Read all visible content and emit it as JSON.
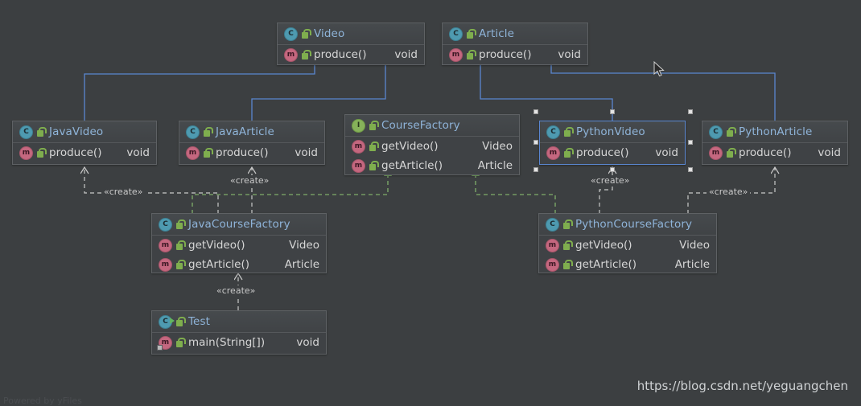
{
  "app": {
    "background_color": "#3c3f41",
    "watermark": "https://blog.csdn.net/yeguangchen",
    "credit": "Powered by yFiles"
  },
  "palette": {
    "class_icon": "#4e9ab0",
    "interface_icon": "#86b25a",
    "method_icon": "#c4677f",
    "class_name_text": "#8fb4d9",
    "member_text": "#d6d6d6",
    "node_fill": "#3f4245",
    "node_border": "#5e6164",
    "inheritance_edge": "#5a86d0",
    "realization_edge": "#7fae6a",
    "dependency_edge": "#c9c9c9",
    "selection_border": "#5a86d0",
    "selection_handle": "#e4e4e4"
  },
  "nodes": [
    {
      "id": "video",
      "icon": "class-icon",
      "name": "Video",
      "members": [
        {
          "icon": "method-icon",
          "name": "produce()",
          "type": "void"
        }
      ]
    },
    {
      "id": "article",
      "icon": "class-icon",
      "name": "Article",
      "members": [
        {
          "icon": "method-icon",
          "name": "produce()",
          "type": "void"
        }
      ]
    },
    {
      "id": "javavideo",
      "icon": "class-icon",
      "name": "JavaVideo",
      "members": [
        {
          "icon": "method-icon",
          "name": "produce()",
          "type": "void"
        }
      ]
    },
    {
      "id": "javaarticle",
      "icon": "class-icon",
      "name": "JavaArticle",
      "members": [
        {
          "icon": "method-icon",
          "name": "produce()",
          "type": "void"
        }
      ]
    },
    {
      "id": "coursefactory",
      "icon": "interface-icon",
      "name": "CourseFactory",
      "members": [
        {
          "icon": "method-icon",
          "name": "getVideo()",
          "type": "Video"
        },
        {
          "icon": "method-icon",
          "name": "getArticle()",
          "type": "Article"
        }
      ]
    },
    {
      "id": "pythonvideo",
      "icon": "class-icon",
      "name": "PythonVideo",
      "selected": true,
      "members": [
        {
          "icon": "method-icon",
          "name": "produce()",
          "type": "void"
        }
      ]
    },
    {
      "id": "pythonarticle",
      "icon": "class-icon",
      "name": "PythonArticle",
      "members": [
        {
          "icon": "method-icon",
          "name": "produce()",
          "type": "void"
        }
      ]
    },
    {
      "id": "javacoursefactory",
      "icon": "class-icon",
      "name": "JavaCourseFactory",
      "members": [
        {
          "icon": "method-icon",
          "name": "getVideo()",
          "type": "Video"
        },
        {
          "icon": "method-icon",
          "name": "getArticle()",
          "type": "Article"
        }
      ]
    },
    {
      "id": "pythoncoursefactory",
      "icon": "class-icon",
      "name": "PythonCourseFactory",
      "members": [
        {
          "icon": "method-icon",
          "name": "getVideo()",
          "type": "Video"
        },
        {
          "icon": "method-icon",
          "name": "getArticle()",
          "type": "Article"
        }
      ]
    },
    {
      "id": "test",
      "icon": "runnable-class-icon",
      "name": "Test",
      "members": [
        {
          "icon": "method-icon",
          "name": "main(String[])",
          "type": "void"
        }
      ]
    }
  ],
  "edge_labels": {
    "javavideo_create": "«create»",
    "javaarticle_create": "«create»",
    "pythonvideo_create": "«create»",
    "pythonarticle_create": "«create»",
    "test_create": "«create»"
  }
}
